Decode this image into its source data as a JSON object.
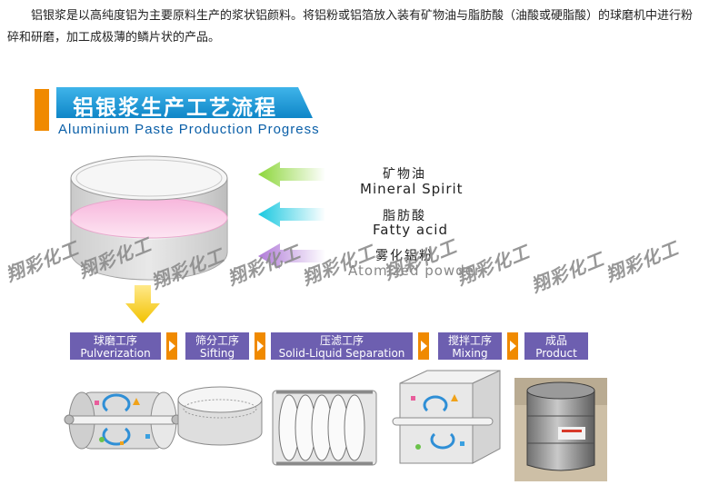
{
  "intro": "铝银浆是以高纯度铝为主要原料生产的浆状铝颜料。将铝粉或铝箔放入装有矿物油与脂肪酸（油酸或硬脂酸）的球磨机中进行粉碎和研磨，加工成极薄的鳞片状的产品。",
  "title": "铝银浆生产工艺流程",
  "subtitle": "Aluminium Paste Production Progress",
  "inputs": [
    {
      "cn": "矿物油",
      "en": "Mineral Spirit"
    },
    {
      "cn": "脂肪酸",
      "en": "Fatty acid"
    },
    {
      "cn": "雾化铝粉",
      "en": "Atomized powder"
    }
  ],
  "steps": [
    {
      "cn": "球磨工序",
      "en": "Pulverization"
    },
    {
      "cn": "筛分工序",
      "en": "Sifting"
    },
    {
      "cn": "压滤工序",
      "en": "Solid-Liquid Separation"
    },
    {
      "cn": "搅拌工序",
      "en": "Mixing"
    },
    {
      "cn": "成品",
      "en": "Product"
    }
  ],
  "watermark": "翔彩化工",
  "colors": {
    "accent": "#f08a00",
    "banner": "#1a9ad8",
    "step": "#6d5fb0"
  }
}
